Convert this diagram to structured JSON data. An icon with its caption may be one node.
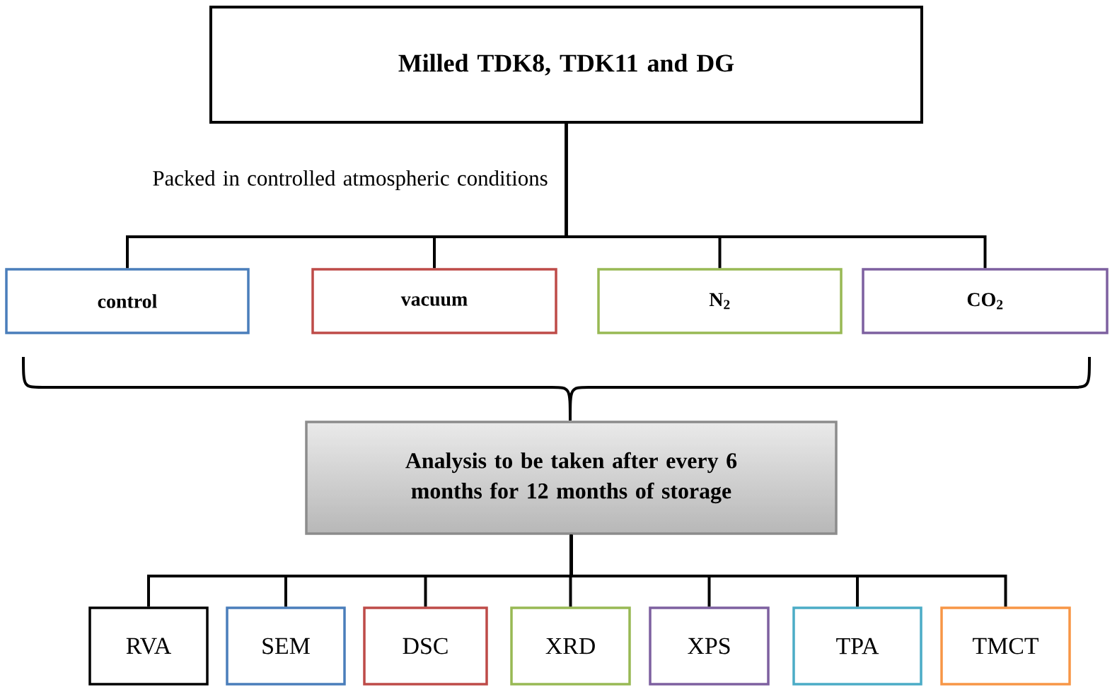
{
  "diagram": {
    "nodes": [
      {
        "text": [
          "Milled TDK8, TDK11 and DG"
        ]
      },
      {
        "text": [
          "control"
        ]
      },
      {
        "text": [
          "vacuum"
        ]
      },
      {
        "text": [
          "N$_{2}$"
        ]
      },
      {
        "text": [
          "CO$_{2}$"
        ]
      },
      {
        "text": [
          "Analysis to be taken after every 6 months for 12 months of storage"
        ]
      },
      {
        "text": [
          "RVA"
        ]
      },
      {
        "text": [
          "SEM"
        ]
      },
      {
        "text": [
          "DSC"
        ]
      },
      {
        "text": [
          "XRD"
        ]
      },
      {
        "text": [
          "XPS"
        ]
      },
      {
        "text": [
          "TPA"
        ]
      },
      {
        "text": [
          "TMCT"
        ]
      }
    ],
    "edges": [
      {
        "from": 0,
        "to": 1,
        "arrow": "none"
      },
      {
        "from": 0,
        "to": 2,
        "arrow": "none"
      },
      {
        "from": 0,
        "to": 3,
        "arrow": "none"
      },
      {
        "from": 0,
        "to": 4,
        "arrow": "none"
      },
      {
        "from": 5,
        "to": 6,
        "arrow": "none"
      },
      {
        "from": 5,
        "to": 7,
        "arrow": "none"
      },
      {
        "from": 5,
        "to": 8,
        "arrow": "none"
      },
      {
        "from": 5,
        "to": 9,
        "arrow": "none"
      },
      {
        "from": 5,
        "to": 10,
        "arrow": "none"
      },
      {
        "from": 5,
        "to": 11,
        "arrow": "none"
      },
      {
        "from": 5,
        "to": 12,
        "arrow": "none"
      }
    ],
    "labels": [
      "Packed in controlled atmospheric conditions"
    ]
  }
}
